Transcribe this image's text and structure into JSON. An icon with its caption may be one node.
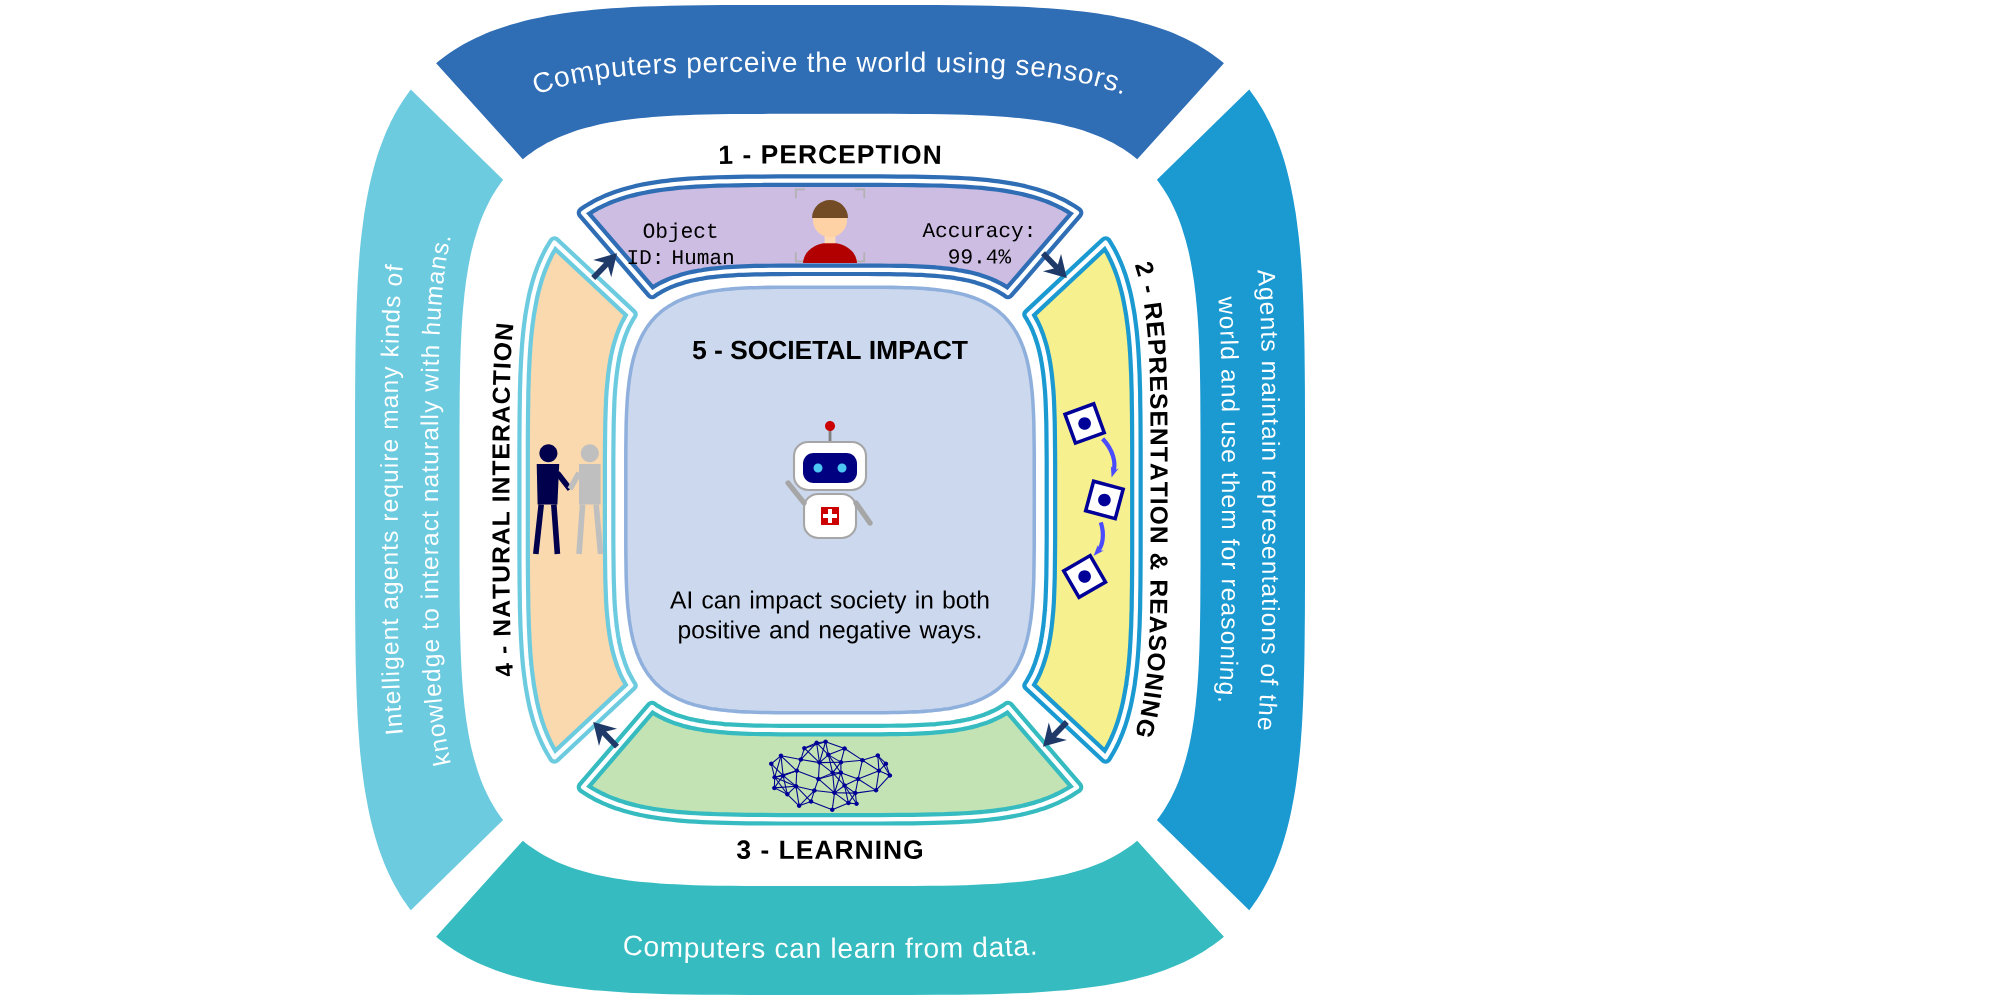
{
  "diagram": {
    "nodes": [
      {
        "text": [
          "Computers perceive the world using sensors."
        ]
      },
      {
        "text": [
          "Agents maintain representations of the world and use them for reasoning."
        ]
      },
      {
        "text": [
          "Computers can learn from data."
        ]
      },
      {
        "text": [
          "Intelligent agents require many kinds of knowledge to interact naturally with humans."
        ]
      },
      {
        "text": [
          "1 - PERCEPTION",
          "Object ID: Human",
          "Accuracy: 99.4%"
        ]
      },
      {
        "text": [
          "2 - REPRESENTATION & REASONING"
        ]
      },
      {
        "text": [
          "3 - LEARNING"
        ]
      },
      {
        "text": [
          "4 - NATURAL INTERACTION"
        ]
      },
      {
        "text": [
          "5 - SOCIETAL IMPACT",
          "AI can impact society in both positive and negative ways."
        ]
      }
    ],
    "edges": [
      {
        "from": 4,
        "to": 5,
        "arrow": "to"
      },
      {
        "from": 5,
        "to": 6,
        "arrow": "to"
      },
      {
        "from": 6,
        "to": 7,
        "arrow": "to"
      },
      {
        "from": 7,
        "to": 4,
        "arrow": "to"
      }
    ]
  }
}
